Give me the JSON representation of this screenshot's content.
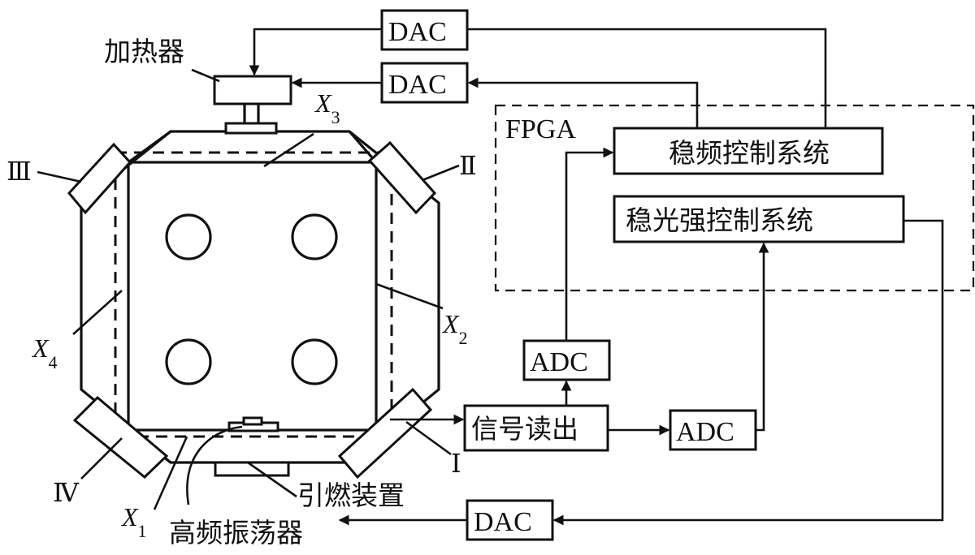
{
  "labels": {
    "heater": "加热器",
    "fpga": "FPGA",
    "freq_ctrl": "稳频控制系统",
    "intensity_ctrl": "稳光强控制系统",
    "signal_readout": "信号读出",
    "ignition": "引燃装置",
    "hf_oscillator": "高频振荡器",
    "dac": "DAC",
    "adc": "ADC",
    "roman_1": "Ⅰ",
    "roman_2": "Ⅱ",
    "roman_3": "Ⅲ",
    "roman_4": "Ⅳ",
    "x_letter": "X",
    "x1_sub": "1",
    "x2_sub": "2",
    "x3_sub": "3",
    "x4_sub": "4"
  }
}
